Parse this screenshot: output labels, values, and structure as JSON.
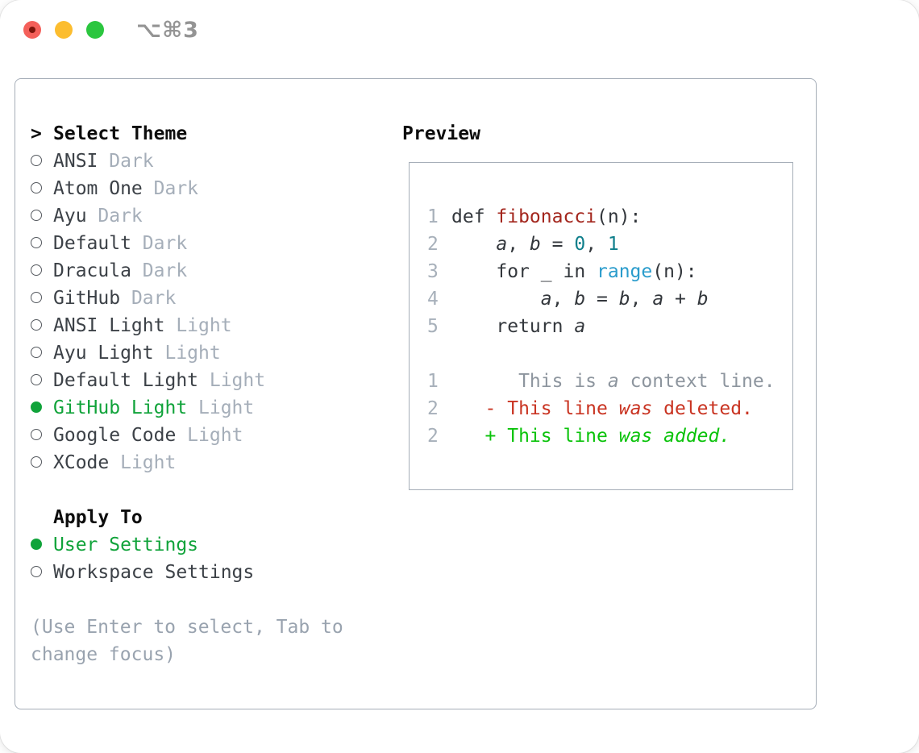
{
  "window": {
    "title": "⌥⌘3"
  },
  "colors": {
    "accent_green": "#10a33a",
    "added_green": "#0bc30b",
    "deleted_red": "#c93422",
    "function_red": "#a3261d",
    "number_teal": "#0f7f8b",
    "builtin_blue": "#2a9ccc",
    "panel_border": "#a6aeb8"
  },
  "theme_picker": {
    "header_prefix": ">",
    "header": "Select Theme",
    "items": [
      {
        "name": "ANSI",
        "variant": "Dark",
        "selected": false
      },
      {
        "name": "Atom One",
        "variant": "Dark",
        "selected": false
      },
      {
        "name": "Ayu",
        "variant": "Dark",
        "selected": false
      },
      {
        "name": "Default",
        "variant": "Dark",
        "selected": false
      },
      {
        "name": "Dracula",
        "variant": "Dark",
        "selected": false
      },
      {
        "name": "GitHub",
        "variant": "Dark",
        "selected": false
      },
      {
        "name": "ANSI Light",
        "variant": "Light",
        "selected": false
      },
      {
        "name": "Ayu Light",
        "variant": "Light",
        "selected": false
      },
      {
        "name": "Default Light",
        "variant": "Light",
        "selected": false
      },
      {
        "name": "GitHub Light",
        "variant": "Light",
        "selected": true
      },
      {
        "name": "Google Code",
        "variant": "Light",
        "selected": false
      },
      {
        "name": "XCode",
        "variant": "Light",
        "selected": false
      }
    ],
    "apply_to": {
      "header": "Apply To",
      "options": [
        {
          "label": "User Settings",
          "selected": true
        },
        {
          "label": "Workspace Settings",
          "selected": false
        }
      ]
    },
    "hint_lines": [
      "(Use Enter to select, Tab to",
      "change focus)"
    ]
  },
  "preview": {
    "header": "Preview",
    "lines": [
      {
        "num": "1",
        "segs": [
          [
            "def ",
            "p"
          ],
          [
            "fibonacci",
            "fn"
          ],
          [
            "(n):",
            "p"
          ]
        ]
      },
      {
        "num": "2",
        "segs": [
          [
            "    ",
            "p"
          ],
          [
            "a",
            "v"
          ],
          [
            ", ",
            "p"
          ],
          [
            "b",
            "v"
          ],
          [
            " = ",
            "p"
          ],
          [
            "0",
            "n"
          ],
          [
            ", ",
            "p"
          ],
          [
            "1",
            "n"
          ]
        ]
      },
      {
        "num": "3",
        "segs": [
          [
            "    for _ in ",
            "p"
          ],
          [
            "range",
            "b"
          ],
          [
            "(n):",
            "p"
          ]
        ]
      },
      {
        "num": "4",
        "segs": [
          [
            "        ",
            "p"
          ],
          [
            "a",
            "v"
          ],
          [
            ", ",
            "p"
          ],
          [
            "b",
            "v"
          ],
          [
            " = ",
            "p"
          ],
          [
            "b",
            "v"
          ],
          [
            ", ",
            "p"
          ],
          [
            "a",
            "v"
          ],
          [
            " + ",
            "p"
          ],
          [
            "b",
            "v"
          ]
        ]
      },
      {
        "num": "5",
        "segs": [
          [
            "    return ",
            "p"
          ],
          [
            "a",
            "v"
          ]
        ]
      },
      {
        "num": "",
        "segs": []
      },
      {
        "num": "1",
        "segs": [
          [
            "      This is ",
            "ctx"
          ],
          [
            "a",
            "ctxi"
          ],
          [
            " context line.",
            "ctx"
          ]
        ]
      },
      {
        "num": "2",
        "segs": [
          [
            "   - This line ",
            "del"
          ],
          [
            "was",
            "deli"
          ],
          [
            " deleted.",
            "del"
          ]
        ]
      },
      {
        "num": "2",
        "segs": [
          [
            "   + This line ",
            "add"
          ],
          [
            "was added.",
            "addi"
          ]
        ]
      }
    ]
  }
}
